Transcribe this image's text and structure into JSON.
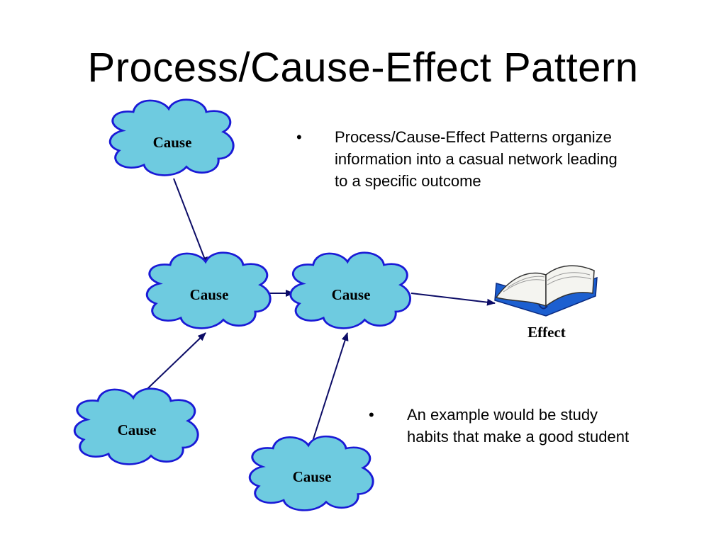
{
  "title": "Process/Cause-Effect Pattern",
  "nodes": [
    {
      "id": "cause-1",
      "label": "Cause"
    },
    {
      "id": "cause-2",
      "label": "Cause"
    },
    {
      "id": "cause-3",
      "label": "Cause"
    },
    {
      "id": "cause-4",
      "label": "Cause"
    },
    {
      "id": "cause-5",
      "label": "Cause"
    }
  ],
  "effect": {
    "label": "Effect",
    "icon": "open-book-icon"
  },
  "edges": [
    {
      "from": "cause-1",
      "to": "cause-2"
    },
    {
      "from": "cause-2",
      "to": "cause-3"
    },
    {
      "from": "cause-4",
      "to": "cause-2"
    },
    {
      "from": "cause-5",
      "to": "cause-3"
    },
    {
      "from": "cause-3",
      "to": "effect"
    }
  ],
  "colors": {
    "cloud_fill": "#6ecbe0",
    "cloud_stroke": "#1a1ad6",
    "arrow": "#0c0c66",
    "book_blue": "#1c5fd0"
  },
  "bullets": [
    {
      "symbol": "•",
      "lines": [
        "Process/Cause-Effect Patterns organize",
        "information into a casual network leading",
        "to a specific outcome"
      ]
    },
    {
      "symbol": "•",
      "lines": [
        "An example would be study",
        "habits that make a good student"
      ]
    }
  ]
}
